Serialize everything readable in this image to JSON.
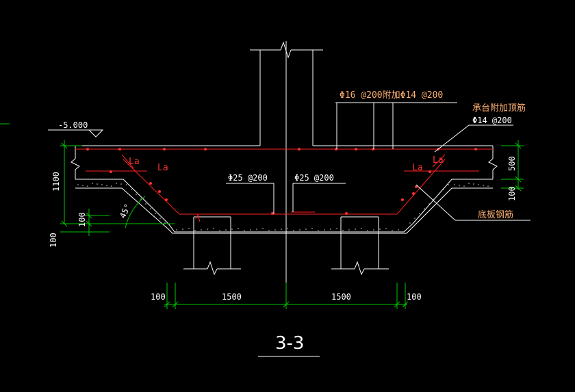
{
  "section_title": "3-3",
  "elevation": "-5.000",
  "labels": {
    "top_rebar": "Φ16 @200附加Φ14 @200",
    "cap_extra_top": "承台附加顶筋",
    "cap_extra_spec": "Φ14 @200",
    "bottom_rebar_left": "Φ25 @200",
    "bottom_rebar_right": "Φ25 @200",
    "bottom_plate_rebar": "底板钢筋",
    "la_1": "La",
    "la_2": "La",
    "la_3": "La",
    "la_4": "La",
    "angle": "45°"
  },
  "dimensions": {
    "left_total": "1100",
    "left_100a": "100",
    "left_100b": "100",
    "right_500": "500",
    "right_100": "100",
    "bottom_left_100": "100",
    "bottom_1500_left": "1500",
    "bottom_1500_right": "1500",
    "bottom_right_100": "100"
  },
  "colors": {
    "background": "#000000",
    "outline": "#ffffff",
    "rebar": "#ff2020",
    "dimension": "#00c800",
    "annotation": "#ffb070"
  }
}
